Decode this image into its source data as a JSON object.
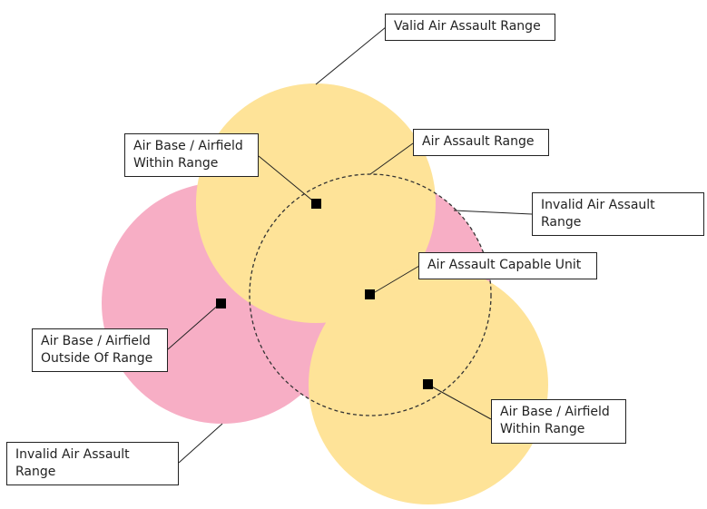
{
  "colors": {
    "invalid": "#f7aec5",
    "valid": "#fee398",
    "marker": "#000000"
  },
  "labels": {
    "valid_range": "Valid Air Assault Range",
    "airbase_within_top": "Air Base / Airfield Within Range",
    "assault_range": "Air Assault Range",
    "invalid_range_right": "Invalid Air Assault Range",
    "capable_unit": "Air Assault Capable Unit",
    "airbase_outside": "Air Base / Airfield Outside Of Range",
    "airbase_within_bottom": "Air Base / Airfield Within Range",
    "invalid_range_left": "Invalid Air Assault Range"
  }
}
